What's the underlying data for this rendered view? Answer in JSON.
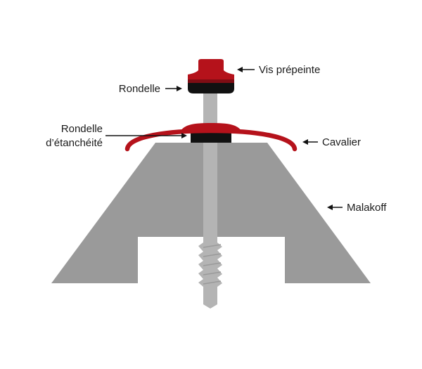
{
  "labels": {
    "vis": "Vis prépeinte",
    "rondelle": "Rondelle",
    "etancheite_line1": "Rondelle",
    "etancheite_line2": "d’étanchéité",
    "cavalier": "Cavalier",
    "malakoff": "Malakoff"
  },
  "colors": {
    "background": "#ffffff",
    "malakoff_gray": "#9a9a9a",
    "screw_gray": "#b4b4b4",
    "thread_gray": "#a8a8a8",
    "cap_red": "#b5121b",
    "cap_dark_red": "#7f0d14",
    "washer_black": "#111111",
    "text": "#1a1a1a"
  }
}
